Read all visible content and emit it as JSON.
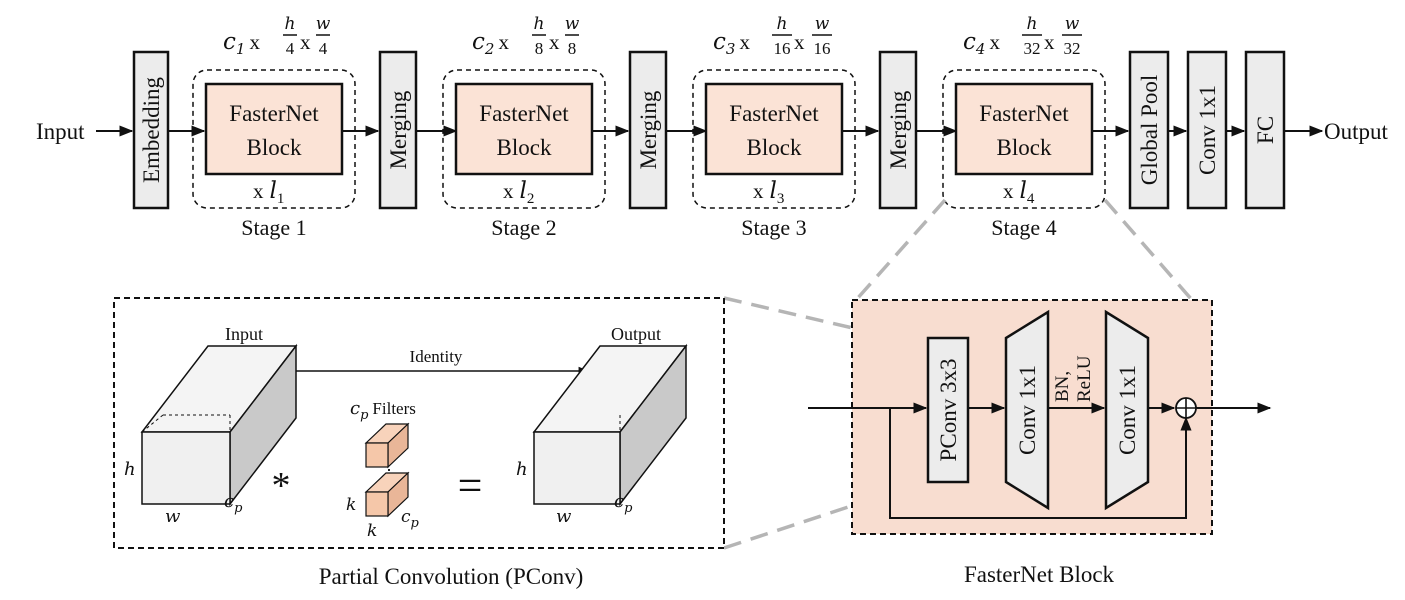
{
  "pipeline": {
    "input_label": "Input",
    "output_label": "Output",
    "embedding_label": "Embedding",
    "merging_label": "Merging",
    "global_pool_label": "Global Pool",
    "conv1x1_label": "Conv 1x1",
    "fc_label": "FC",
    "block_line1": "FasterNet",
    "block_line2": "Block",
    "times_symbol": "x",
    "stages": [
      {
        "label": "Stage 1",
        "c": "c",
        "c_sub": "1",
        "h_den": "4",
        "w_den": "4",
        "l": "l",
        "l_sub": "1"
      },
      {
        "label": "Stage 2",
        "c": "c",
        "c_sub": "2",
        "h_den": "8",
        "w_den": "8",
        "l": "l",
        "l_sub": "2"
      },
      {
        "label": "Stage 3",
        "c": "c",
        "c_sub": "3",
        "h_den": "16",
        "w_den": "16",
        "l": "l",
        "l_sub": "3"
      },
      {
        "label": "Stage 4",
        "c": "c",
        "c_sub": "4",
        "h_den": "32",
        "w_den": "32",
        "l": "l",
        "l_sub": "4"
      }
    ],
    "h_symbol": "h",
    "w_symbol": "w"
  },
  "pconv_panel": {
    "caption": "Partial Convolution (PConv)",
    "input_label": "Input",
    "output_label": "Output",
    "identity_label": "Identity",
    "filters_label": "Filters",
    "cp": "c",
    "cp_sub": "p",
    "h": "h",
    "w": "w",
    "k": "k",
    "star": "*",
    "equals": "=",
    "dots": "⋮"
  },
  "block_panel": {
    "caption": "FasterNet Block",
    "pconv_label": "PConv 3x3",
    "conv1_label": "Conv 1x1",
    "conv2_label": "Conv 1x1",
    "bn_label": "BN,",
    "relu_label": "ReLU",
    "plus": "⊕"
  },
  "colors": {
    "block_fill": "#fbe3d6",
    "gray_fill": "#ececec",
    "panel_fill": "#f8ddd0",
    "cube_light": "#f5f5f5",
    "cube_dark": "#c8c8c8",
    "filter_fill": "#f5c7a9"
  }
}
